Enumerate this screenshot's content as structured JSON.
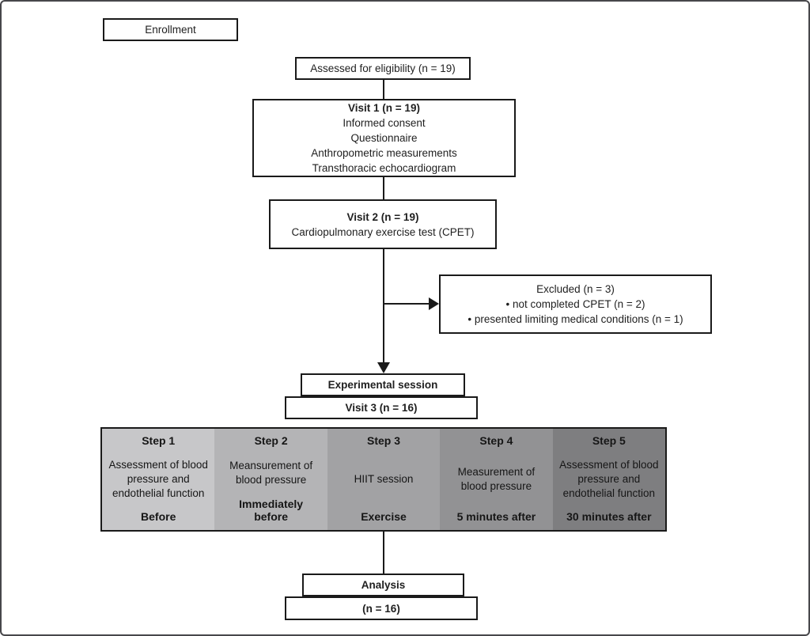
{
  "flowchart": {
    "enrollment_label": "Enrollment",
    "assessed_label": "Assessed for eligibility (n = 19)",
    "visit1": {
      "title": "Visit 1 (n = 19)",
      "items": [
        "Informed consent",
        "Questionnaire",
        "Anthropometric measurements",
        "Transthoracic echocardiogram"
      ]
    },
    "visit2": {
      "title": "Visit 2 (n = 19)",
      "item": "Cardiopulmonary exercise test (CPET)"
    },
    "excluded": {
      "title": "Excluded (n = 3)",
      "items": [
        "• not completed CPET (n = 2)",
        "• presented limiting medical conditions (n = 1)"
      ]
    },
    "experimental_session_label": "Experimental session",
    "visit3_label": "Visit 3 (n = 16)",
    "steps": [
      {
        "header": "Step 1",
        "body": "Assessment of blood pressure and endothelial function",
        "footer": "Before",
        "bg": "#c7c7c9"
      },
      {
        "header": "Step 2",
        "body": "Meansurement of blood pressure",
        "footer": "Immediately before",
        "bg": "#b4b4b6"
      },
      {
        "header": "Step 3",
        "body": "HIIT session",
        "footer": "Exercise",
        "bg": "#a2a2a4"
      },
      {
        "header": "Step 4",
        "body": "Measurement of blood pressure",
        "footer": "5 minutes after",
        "bg": "#929294"
      },
      {
        "header": "Step 5",
        "body": "Assessment of blood pressure and endothelial function",
        "footer": "30 minutes after",
        "bg": "#7e7e80"
      }
    ],
    "analysis_label": "Analysis",
    "analysis_n_label": "(n = 16)"
  },
  "colors": {
    "box_border": "#1a1a1a",
    "frame_border": "#47474b",
    "background": "#ffffff"
  }
}
